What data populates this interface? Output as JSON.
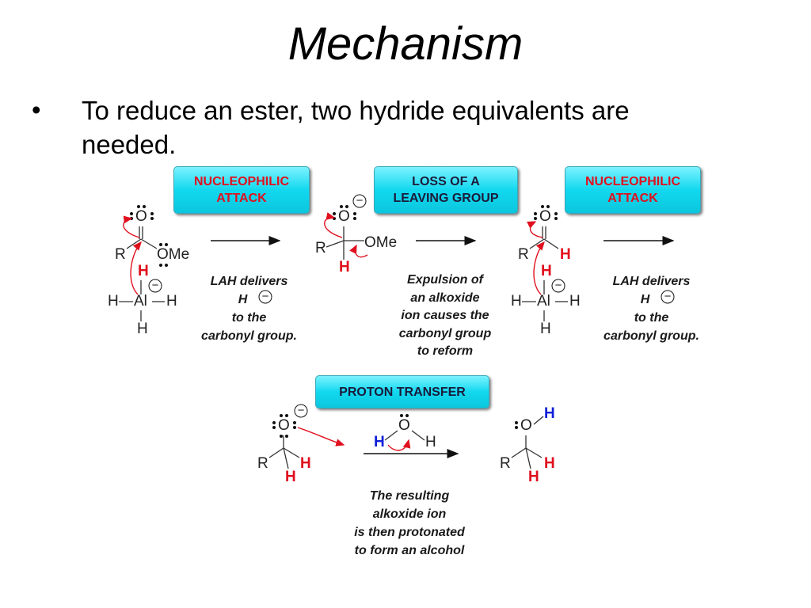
{
  "slide": {
    "title": "Mechanism",
    "bullet_marker": "•",
    "bullet_text": "To reduce an ester, two hydride equivalents are needed."
  },
  "steps": {
    "step1": {
      "label_line1": "NUCLEOPHILIC",
      "label_line2": "ATTACK",
      "caption": [
        "LAH delivers",
        "H",
        "to the",
        "carbonyl group."
      ]
    },
    "step2": {
      "label_line1": "LOSS OF A",
      "label_line2": "LEAVING GROUP",
      "caption": [
        "Expulsion of",
        "an alkoxide",
        "ion causes the",
        "carbonyl group",
        "to reform"
      ]
    },
    "step3": {
      "label_line1": "NUCLEOPHILIC",
      "label_line2": "ATTACK",
      "caption": [
        "LAH delivers",
        "H",
        "to the",
        "carbonyl group."
      ]
    },
    "step4": {
      "label": "PROTON TRANSFER",
      "caption": [
        "The resulting",
        "alkoxide ion",
        "is then protonated",
        "to form an alcohol"
      ]
    }
  },
  "atoms": {
    "O": "O",
    "R": "R",
    "OMe": "OMe",
    "H": "H",
    "Al": "Al",
    "minus": "−"
  },
  "colors": {
    "box_fill": "#12d8ef",
    "label_red": "#e0101e",
    "label_dark": "#1b1b3a",
    "hydride_red": "#e0101e",
    "proton_blue": "#1020d8",
    "arrow_red": "#e0101e"
  }
}
